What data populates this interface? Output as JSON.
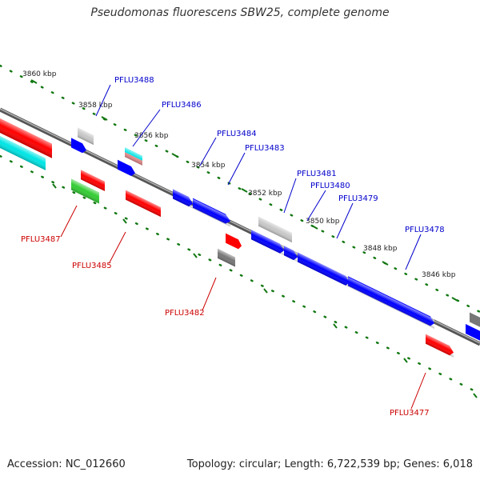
{
  "map": {
    "title": "Pseudomonas fluorescens SBW25, complete genome",
    "accession": "Accession: NC_012660",
    "summary": "Topology: circular; Length: 6,722,539 bp; Genes: 6,018"
  },
  "colors": {
    "forward_labels": "#0000cc",
    "reverse_labels": "#cc0000",
    "backbone": "#777777",
    "tick_dots": "#117711",
    "blue_cds": "#0000ff",
    "red_cds": "#ff0000",
    "cyan_cds": "#00e5e5",
    "green_cds": "#33cc33",
    "grey_feature": "#777777",
    "light_grey_feature": "#c8c8c8",
    "pink_feature": "#e58c8c"
  },
  "scale": {
    "tick_labels": [
      "3860 kbp",
      "3858 kbp",
      "3856 kbp",
      "3854 kbp",
      "3852 kbp",
      "3850 kbp",
      "3848 kbp",
      "3846 kbp"
    ]
  },
  "genes": {
    "forward_labels": [
      "PFLU3488",
      "PFLU3486",
      "PFLU3484",
      "PFLU3483",
      "PFLU3481",
      "PFLU3480",
      "PFLU3479",
      "PFLU3478"
    ],
    "reverse_labels": [
      "PFLU3487",
      "PFLU3485",
      "PFLU3482",
      "PFLU3477"
    ]
  }
}
